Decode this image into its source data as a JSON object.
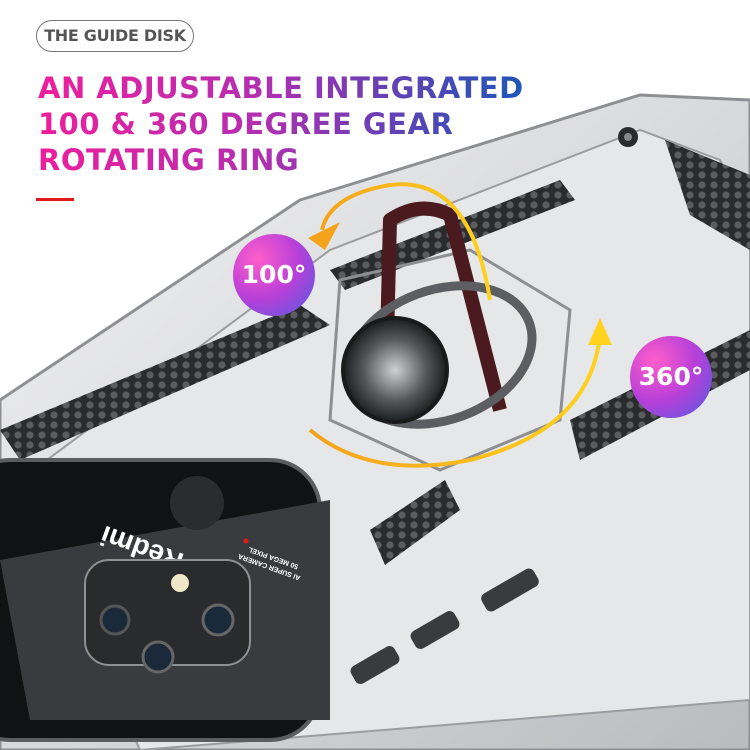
{
  "badge_label": "THE GUIDE DISK",
  "headline": {
    "lines": [
      "AN ADJUSTABLE INTEGRATED",
      "100 & 360 DEGREE GEAR",
      "ROTATING RING"
    ]
  },
  "angle_badges": {
    "left": "100°",
    "right": "360°"
  },
  "product": {
    "brand_logo": "Redmi",
    "camera_text": [
      "AI SUPER CAMERA",
      "50 MEGA PIXEL"
    ],
    "case_color": "#d9dadc"
  },
  "colors": {
    "accent_red": "#e01a1a",
    "gradient_start": "#ee1e9c",
    "gradient_end": "#1e56b8",
    "arrow": "#f5b01a"
  }
}
